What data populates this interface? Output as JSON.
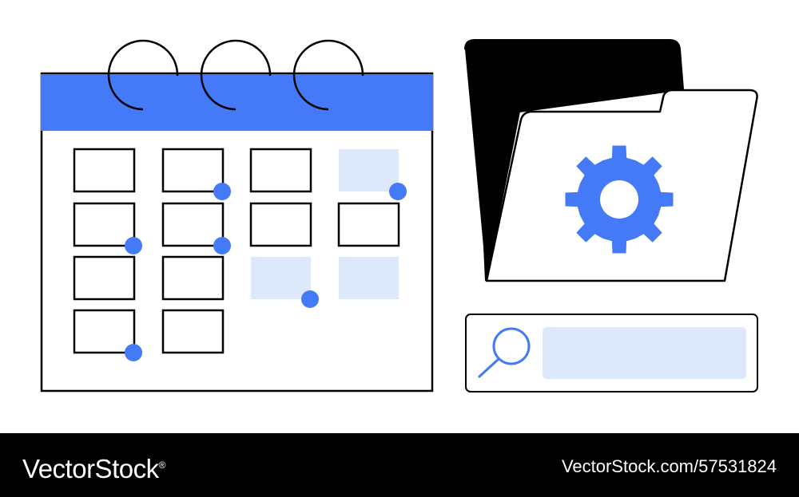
{
  "colors": {
    "accent": "#4479F7",
    "light_accent": "#DEE8FB",
    "line": "#000000",
    "background": "#FFFFFF",
    "footer": "#000000"
  },
  "illustration": {
    "calendar": {
      "rings": 3,
      "grid_columns": 4,
      "grid_rows": 4,
      "cells": [
        {
          "row": 1,
          "col": 1,
          "style": "outline",
          "marker": false
        },
        {
          "row": 1,
          "col": 2,
          "style": "outline",
          "marker": true
        },
        {
          "row": 1,
          "col": 3,
          "style": "outline",
          "marker": false
        },
        {
          "row": 1,
          "col": 4,
          "style": "filled",
          "marker": true
        },
        {
          "row": 2,
          "col": 1,
          "style": "outline",
          "marker": true
        },
        {
          "row": 2,
          "col": 2,
          "style": "outline",
          "marker": true
        },
        {
          "row": 2,
          "col": 3,
          "style": "outline",
          "marker": false
        },
        {
          "row": 2,
          "col": 4,
          "style": "outline",
          "marker": false
        },
        {
          "row": 3,
          "col": 1,
          "style": "outline",
          "marker": false
        },
        {
          "row": 3,
          "col": 2,
          "style": "outline",
          "marker": false
        },
        {
          "row": 3,
          "col": 3,
          "style": "filled",
          "marker": true
        },
        {
          "row": 3,
          "col": 4,
          "style": "filled",
          "marker": false
        },
        {
          "row": 4,
          "col": 1,
          "style": "outline",
          "marker": true
        },
        {
          "row": 4,
          "col": 2,
          "style": "outline",
          "marker": false
        }
      ]
    },
    "folder_icon": "folder-with-gear-icon",
    "gear_icon": "gear-icon",
    "search_icon": "magnifier-icon"
  },
  "footer": {
    "brand": "VectorStock",
    "brand_mark": "®",
    "stock_id": "VectorStock.com/57531824"
  }
}
